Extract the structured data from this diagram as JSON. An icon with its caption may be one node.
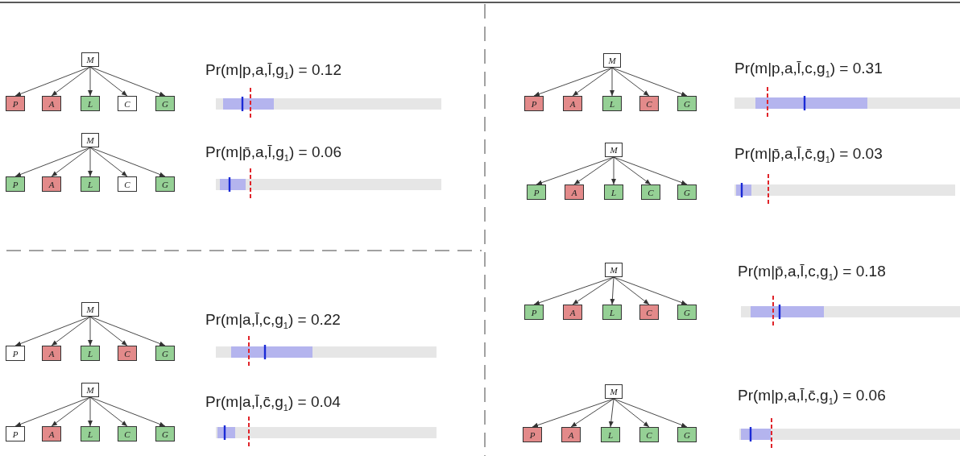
{
  "diagram": {
    "nodes": [
      {
        "text": [
          "M"
        ]
      },
      {
        "text": [
          "P"
        ]
      },
      {
        "text": [
          "A"
        ]
      },
      {
        "text": [
          "L"
        ]
      },
      {
        "text": [
          "C"
        ]
      },
      {
        "text": [
          "G"
        ]
      },
      {
        "text": [
          "M"
        ]
      },
      {
        "text": [
          "P"
        ]
      },
      {
        "text": [
          "A"
        ]
      },
      {
        "text": [
          "L"
        ]
      },
      {
        "text": [
          "C"
        ]
      },
      {
        "text": [
          "G"
        ]
      },
      {
        "text": [
          "M"
        ]
      },
      {
        "text": [
          "P"
        ]
      },
      {
        "text": [
          "A"
        ]
      },
      {
        "text": [
          "L"
        ]
      },
      {
        "text": [
          "C"
        ]
      },
      {
        "text": [
          "G"
        ]
      },
      {
        "text": [
          "M"
        ]
      },
      {
        "text": [
          "P"
        ]
      },
      {
        "text": [
          "A"
        ]
      },
      {
        "text": [
          "L"
        ]
      },
      {
        "text": [
          "C"
        ]
      },
      {
        "text": [
          "G"
        ]
      },
      {
        "text": [
          "M"
        ]
      },
      {
        "text": [
          "P"
        ]
      },
      {
        "text": [
          "A"
        ]
      },
      {
        "text": [
          "L"
        ]
      },
      {
        "text": [
          "C"
        ]
      },
      {
        "text": [
          "G"
        ]
      },
      {
        "text": [
          "M"
        ]
      },
      {
        "text": [
          "P"
        ]
      },
      {
        "text": [
          "A"
        ]
      },
      {
        "text": [
          "L"
        ]
      },
      {
        "text": [
          "C"
        ]
      },
      {
        "text": [
          "G"
        ]
      },
      {
        "text": [
          "M"
        ]
      },
      {
        "text": [
          "P"
        ]
      },
      {
        "text": [
          "A"
        ]
      },
      {
        "text": [
          "L"
        ]
      },
      {
        "text": [
          "C"
        ]
      },
      {
        "text": [
          "G"
        ]
      },
      {
        "text": [
          "M"
        ]
      },
      {
        "text": [
          "P"
        ]
      },
      {
        "text": [
          "A"
        ]
      },
      {
        "text": [
          "L"
        ]
      },
      {
        "text": [
          "C"
        ]
      },
      {
        "text": [
          "G"
        ]
      }
    ],
    "edges": [
      {
        "from": 0,
        "to": 1,
        "arrow": "to"
      },
      {
        "from": 0,
        "to": 2,
        "arrow": "to"
      },
      {
        "from": 0,
        "to": 3,
        "arrow": "to"
      },
      {
        "from": 0,
        "to": 4,
        "arrow": "to"
      },
      {
        "from": 0,
        "to": 5,
        "arrow": "to"
      },
      {
        "from": 6,
        "to": 7,
        "arrow": "to"
      },
      {
        "from": 6,
        "to": 8,
        "arrow": "to"
      },
      {
        "from": 6,
        "to": 9,
        "arrow": "to"
      },
      {
        "from": 6,
        "to": 10,
        "arrow": "to"
      },
      {
        "from": 6,
        "to": 11,
        "arrow": "to"
      },
      {
        "from": 12,
        "to": 13,
        "arrow": "to"
      },
      {
        "from": 12,
        "to": 14,
        "arrow": "to"
      },
      {
        "from": 12,
        "to": 15,
        "arrow": "to"
      },
      {
        "from": 12,
        "to": 16,
        "arrow": "to"
      },
      {
        "from": 12,
        "to": 17,
        "arrow": "to"
      },
      {
        "from": 18,
        "to": 19,
        "arrow": "to"
      },
      {
        "from": 18,
        "to": 20,
        "arrow": "to"
      },
      {
        "from": 18,
        "to": 21,
        "arrow": "to"
      },
      {
        "from": 18,
        "to": 22,
        "arrow": "to"
      },
      {
        "from": 18,
        "to": 23,
        "arrow": "to"
      },
      {
        "from": 24,
        "to": 25,
        "arrow": "to"
      },
      {
        "from": 24,
        "to": 26,
        "arrow": "to"
      },
      {
        "from": 24,
        "to": 27,
        "arrow": "to"
      },
      {
        "from": 24,
        "to": 28,
        "arrow": "to"
      },
      {
        "from": 24,
        "to": 29,
        "arrow": "to"
      },
      {
        "from": 30,
        "to": 31,
        "arrow": "to"
      },
      {
        "from": 30,
        "to": 32,
        "arrow": "to"
      },
      {
        "from": 30,
        "to": 33,
        "arrow": "to"
      },
      {
        "from": 30,
        "to": 34,
        "arrow": "to"
      },
      {
        "from": 30,
        "to": 35,
        "arrow": "to"
      },
      {
        "from": 36,
        "to": 37,
        "arrow": "to"
      },
      {
        "from": 36,
        "to": 38,
        "arrow": "to"
      },
      {
        "from": 36,
        "to": 39,
        "arrow": "to"
      },
      {
        "from": 36,
        "to": 40,
        "arrow": "to"
      },
      {
        "from": 36,
        "to": 41,
        "arrow": "to"
      },
      {
        "from": 42,
        "to": 43,
        "arrow": "to"
      },
      {
        "from": 42,
        "to": 44,
        "arrow": "to"
      },
      {
        "from": 42,
        "to": 45,
        "arrow": "to"
      },
      {
        "from": 42,
        "to": 46,
        "arrow": "to"
      },
      {
        "from": 42,
        "to": 47,
        "arrow": "to"
      }
    ],
    "labels": [
      "Pr(m|p,a,l̄,g$_{1}$) = 0.12",
      "Pr(m|p̄,a,l̄,g$_{1}$) = 0.06",
      "Pr(m|a,l̄,c,g$_{1}$) = 0.22",
      "Pr(m|a,l̄,c̄,g$_{1}$) = 0.04",
      "Pr(m|p,a,l̄,c,g$_{1}$) = 0.31",
      "Pr(m|p̄,a,l̄,c̄,g$_{1}$) = 0.03",
      "Pr(m|p̄,a,l̄,c,g$_{1}$) = 0.18",
      "Pr(m|p,a,l̄,c̄,g$_{1}$) = 0.06"
    ]
  }
}
